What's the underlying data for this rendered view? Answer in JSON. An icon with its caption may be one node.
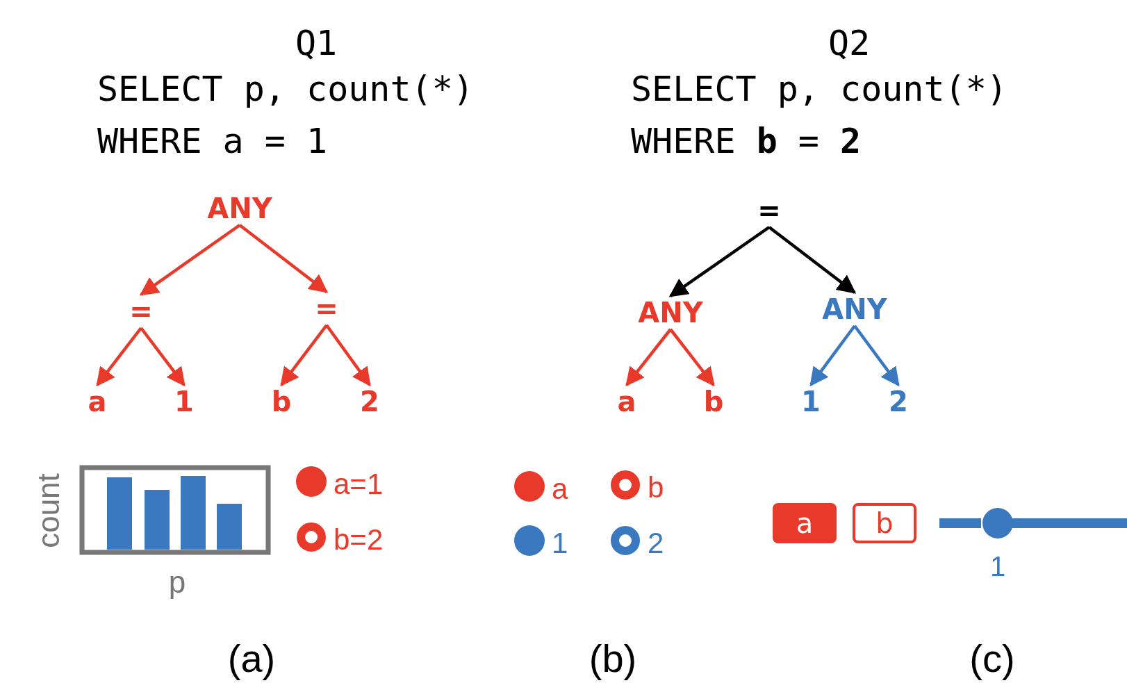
{
  "diagram": {
    "nodes": [
      {
        "text": [
          "ANY"
        ]
      },
      {
        "text": [
          "="
        ]
      },
      {
        "text": [
          "="
        ]
      },
      {
        "text": [
          "a"
        ]
      },
      {
        "text": [
          "1"
        ]
      },
      {
        "text": [
          "b"
        ]
      },
      {
        "text": [
          "2"
        ]
      },
      {
        "text": [
          "="
        ]
      },
      {
        "text": [
          "ANY"
        ]
      },
      {
        "text": [
          "ANY"
        ]
      },
      {
        "text": [
          "a"
        ]
      },
      {
        "text": [
          "b"
        ]
      },
      {
        "text": [
          "1"
        ]
      },
      {
        "text": [
          "2"
        ]
      },
      {
        "text": [
          "a"
        ]
      },
      {
        "text": [
          "b"
        ]
      }
    ],
    "edges": [
      {
        "from": 0,
        "to": 1,
        "arrow": "to"
      },
      {
        "from": 0,
        "to": 2,
        "arrow": "to"
      },
      {
        "from": 1,
        "to": 3,
        "arrow": "to"
      },
      {
        "from": 1,
        "to": 4,
        "arrow": "to"
      },
      {
        "from": 2,
        "to": 5,
        "arrow": "to"
      },
      {
        "from": 2,
        "to": 6,
        "arrow": "to"
      },
      {
        "from": 7,
        "to": 8,
        "arrow": "to",
        "color": "#000000"
      },
      {
        "from": 7,
        "to": 9,
        "arrow": "to",
        "color": "#000000"
      },
      {
        "from": 8,
        "to": 10,
        "arrow": "to"
      },
      {
        "from": 8,
        "to": 11,
        "arrow": "to"
      },
      {
        "from": 9,
        "to": 12,
        "arrow": "to",
        "color": "#3a78c0"
      },
      {
        "from": 9,
        "to": 13,
        "arrow": "to",
        "color": "#3a78c0"
      }
    ],
    "labels": [
      "Q1",
      "SELECT p, count(*)",
      "WHERE a = 1",
      "Q2",
      "SELECT p, count(*)",
      "WHERE **b** = **2**",
      "count",
      "p",
      "1",
      "(a)",
      "(b)",
      "(c)"
    ],
    "legend": [
      {
        "text": "a=1"
      },
      {
        "text": "b=2"
      },
      {
        "text": "a"
      },
      {
        "text": "b"
      },
      {
        "text": "1"
      },
      {
        "text": "2"
      }
    ]
  }
}
